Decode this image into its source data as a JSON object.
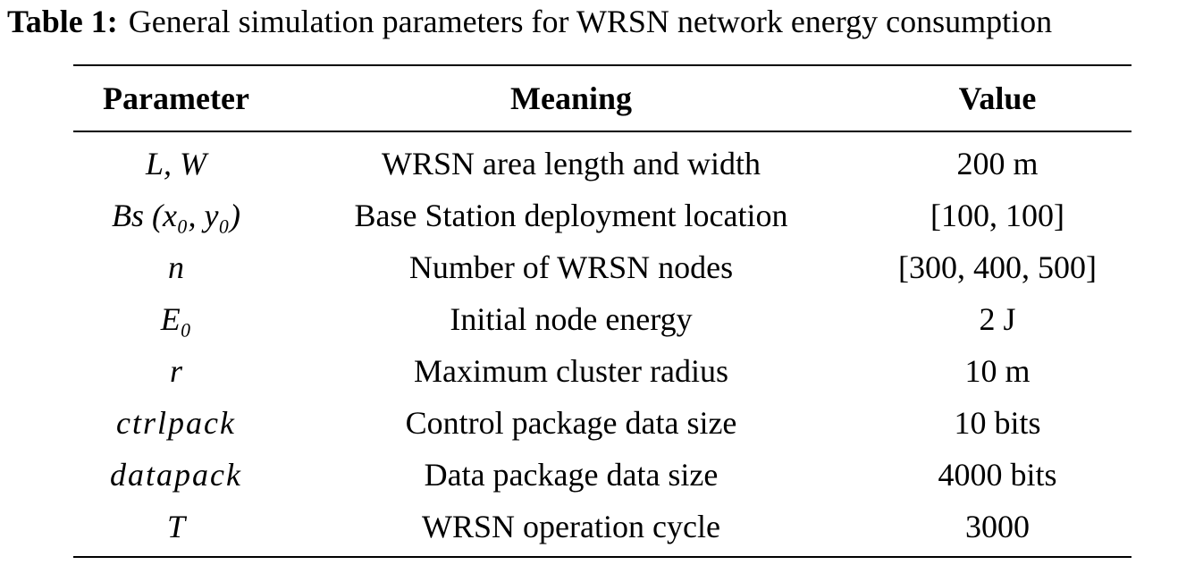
{
  "caption": {
    "label": "Table 1:",
    "text": "General simulation parameters for WRSN network energy consumption"
  },
  "table": {
    "headers": [
      "Parameter",
      "Meaning",
      "Value"
    ],
    "rows": [
      {
        "parameter": "L, W",
        "meaning": "WRSN area length and width",
        "value": "200 m"
      },
      {
        "parameter": "Bs (x₀, y₀)",
        "meaning": "Base Station deployment location",
        "value": "[100, 100]"
      },
      {
        "parameter": "n",
        "meaning": "Number of WRSN nodes",
        "value": "[300, 400, 500]"
      },
      {
        "parameter": "E₀",
        "meaning": "Initial node energy",
        "value": "2 J"
      },
      {
        "parameter": "r",
        "meaning": "Maximum cluster radius",
        "value": "10 m"
      },
      {
        "parameter": "ctrlpack",
        "meaning": "Control package data size",
        "value": "10 bits"
      },
      {
        "parameter": "datapack",
        "meaning": "Data package data size",
        "value": "4000 bits"
      },
      {
        "parameter": "T",
        "meaning": "WRSN operation cycle",
        "value": "3000"
      }
    ]
  }
}
